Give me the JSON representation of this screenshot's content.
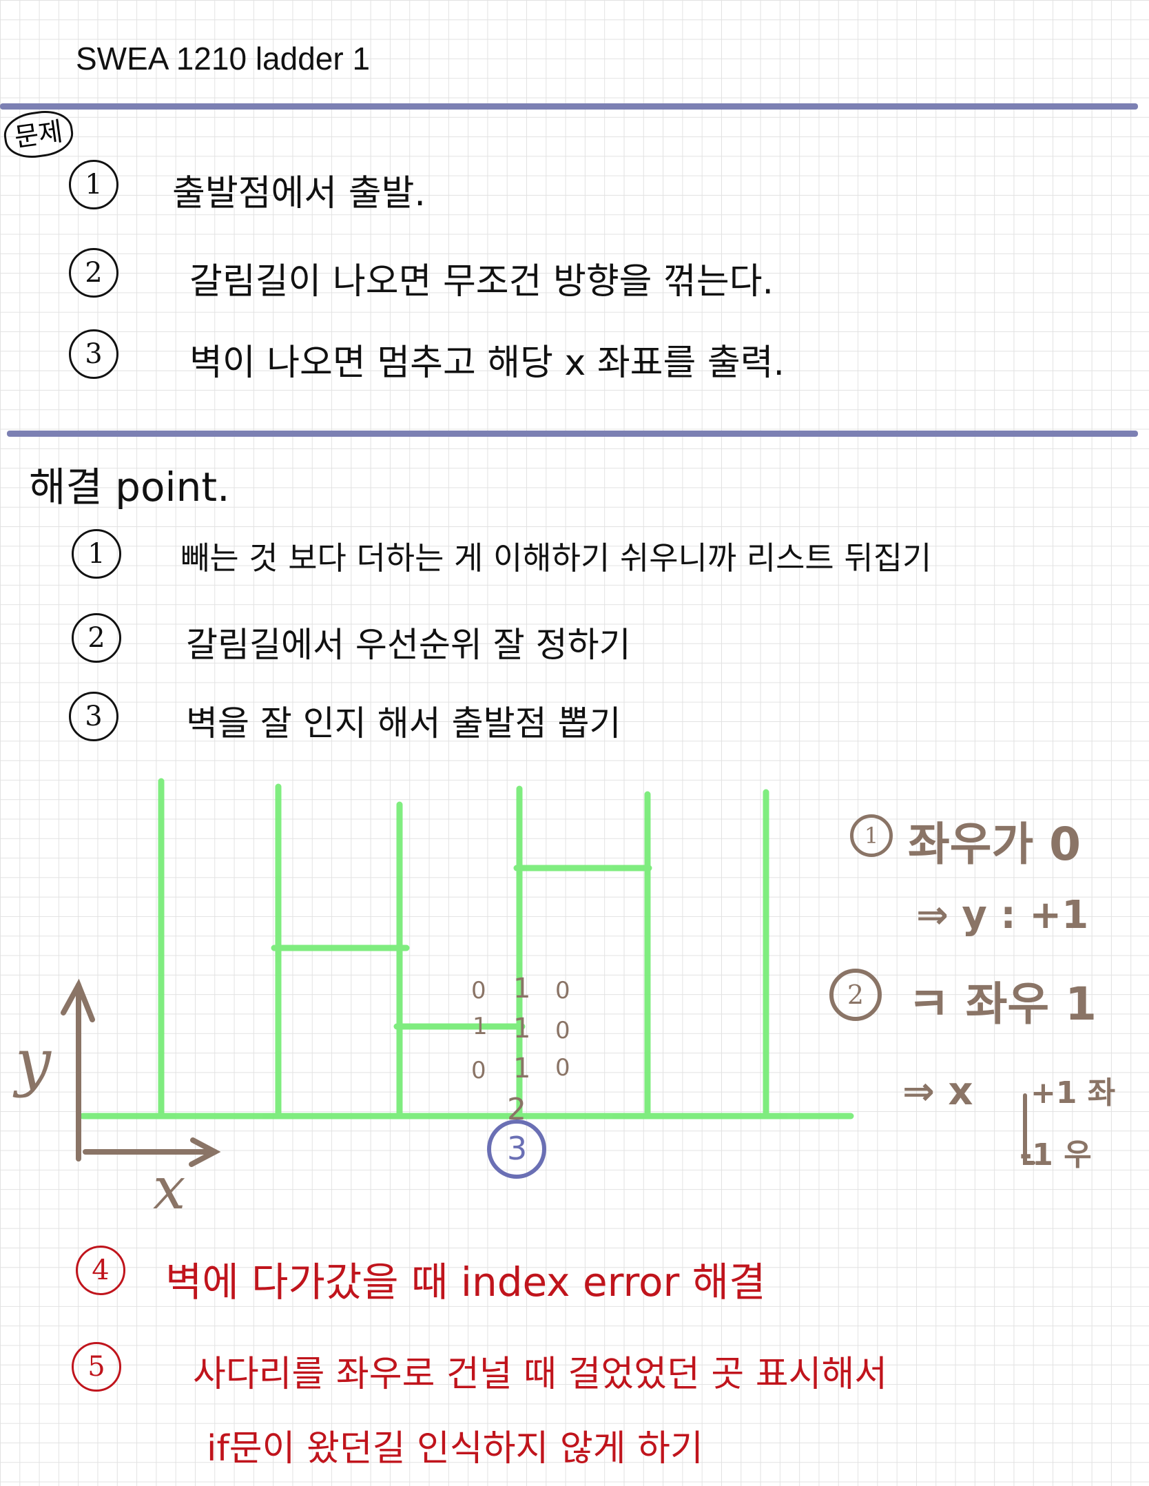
{
  "title": "SWEA 1210 ladder 1",
  "problem": {
    "tag": "문제",
    "items": [
      {
        "num": "1",
        "text": "출발점에서 출발."
      },
      {
        "num": "2",
        "text": "갈림길이 나오면 무조건 방향을 꺾는다."
      },
      {
        "num": "3",
        "text": "벽이 나오면 멈추고 해당 x 좌표를 출력."
      }
    ]
  },
  "solution": {
    "heading": "해결 point.",
    "items": [
      {
        "num": "1",
        "text": "빼는 것 보다 더하는 게 이해하기 쉬우니까 리스트 뒤집기"
      },
      {
        "num": "2",
        "text": "갈림길에서 우선순위 잘 정하기"
      },
      {
        "num": "3",
        "text": "벽을 잘 인지 해서 출발점 뽑기"
      }
    ]
  },
  "diagram": {
    "y_label": "y",
    "x_label": "x",
    "start_marker": "2",
    "start_circle": "3",
    "grid_digits": {
      "left": [
        "0",
        "1",
        "0"
      ],
      "center": [
        "1",
        "1",
        "1"
      ],
      "right": [
        "0",
        "0",
        "0"
      ]
    },
    "rules": [
      {
        "num": "1",
        "text": "좌우가 0",
        "result": "⇒ y : +1"
      },
      {
        "num": "2",
        "text": "ㅋ 좌우 1",
        "result": "⇒ x",
        "plus": "+1 좌",
        "minus": "-1 우"
      }
    ]
  },
  "notes": [
    {
      "num": "4",
      "text": "벽에 다가갔을 때 index error 해결"
    },
    {
      "num": "5",
      "text": "사다리를 좌우로 건널 때 걸었었던 곳 표시해서",
      "text2": "if문이 왔던길 인식하지 않게 하기"
    }
  ],
  "colors": {
    "rule_line": "#7c80b3",
    "ladder": "#79ec79",
    "brown_ink": "#8a7466",
    "red_ink": "#c0141c",
    "blue_ink": "#6a6fb4"
  }
}
